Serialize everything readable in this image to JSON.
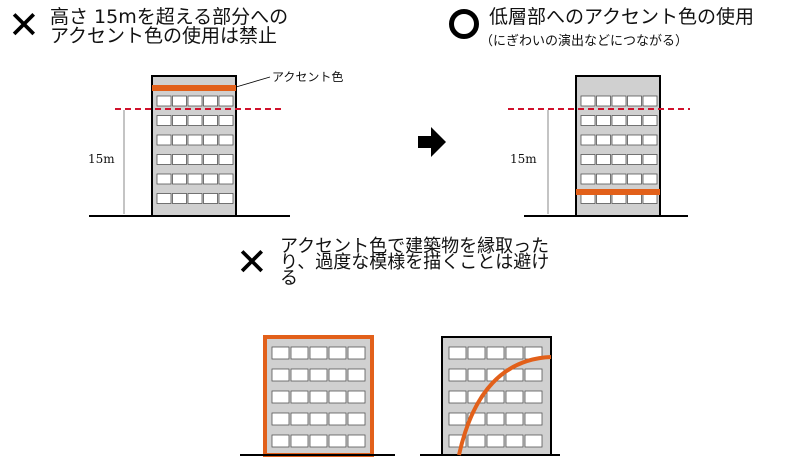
{
  "panels": {
    "prohibited_top": {
      "mark": "✕",
      "text": "高さ 15mを超える部分への\nアクセント色の使用は禁止"
    },
    "recommended": {
      "mark": "○",
      "title": "低層部へのアクセント色の使用",
      "subtitle": "（にぎわいの演出などにつながる）"
    },
    "prohibited_bottom": {
      "mark": "✕",
      "text": "アクセント色で建築物を縁取った\nり、過度な模様を描くことは避け\nる"
    }
  },
  "labels": {
    "accent_color": "アクセント色",
    "height_left": "15m",
    "height_right": "15m"
  },
  "icons": {
    "arrow": "right-arrow-icon"
  },
  "colors": {
    "accent": "#e2601a",
    "building_fill": "#d0d0d0",
    "window_fill": "#ffffff",
    "guide_line": "#d0122c"
  }
}
